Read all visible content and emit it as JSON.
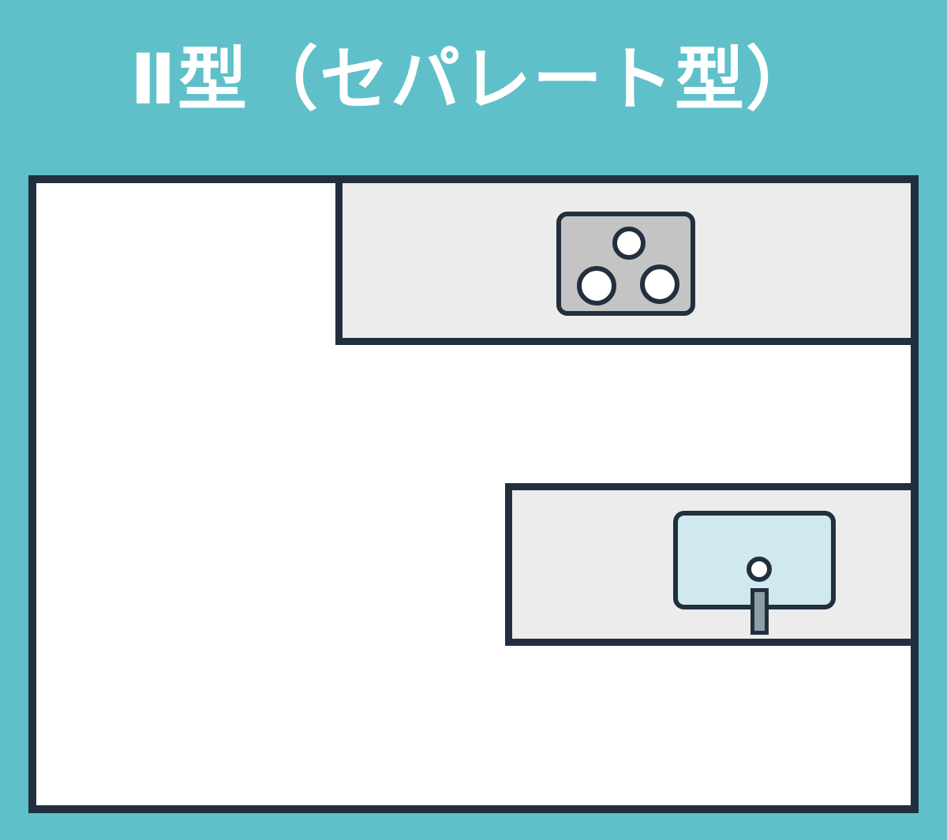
{
  "title": "Ⅱ型（セパレート型）",
  "diagram": {
    "type": "kitchen-floor-plan",
    "layout_name": "Ⅱ型（セパレート型）",
    "elements": {
      "room": "room-outline",
      "cooktop_counter": "counter-with-stove",
      "stove_burners": 3,
      "sink_counter": "counter-with-sink",
      "sink_faucet": "single-faucet"
    }
  },
  "colors": {
    "background": "#5fc0c9",
    "outline": "#222f3f",
    "room_fill": "#ffffff",
    "counter_fill": "#ececec",
    "stove_fill": "#c4c4c4",
    "burner_fill": "#ffffff",
    "sink_fill": "#cfe9ee",
    "faucet_fill": "#8d9ea4",
    "title_color": "#ffffff"
  }
}
